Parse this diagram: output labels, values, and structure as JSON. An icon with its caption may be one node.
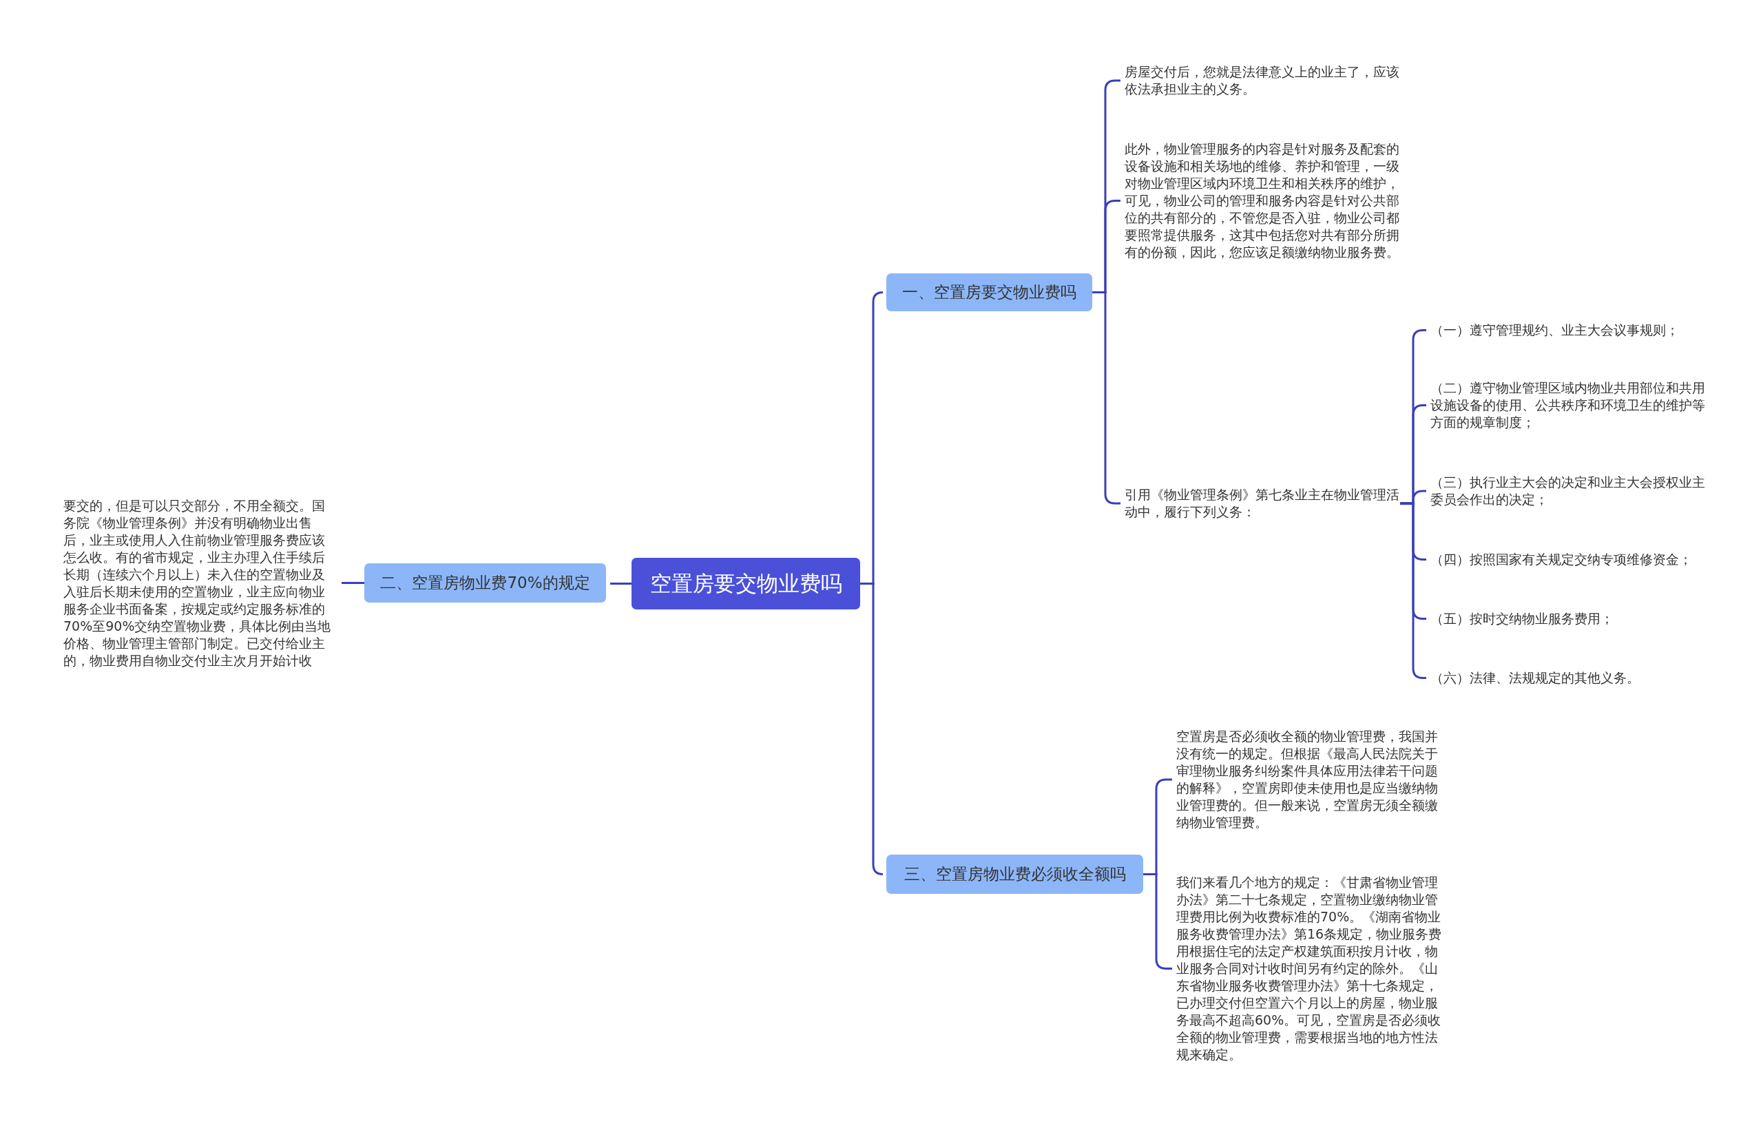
{
  "diagram": {
    "nodes": [
      {
        "text": [
          "空置房要交物业费吗"
        ]
      },
      {
        "text": [
          "一、空置房要交物业费吗"
        ]
      },
      {
        "text": [
          "房屋交付后，您就是法律意义上的业主了，应该依法承担业主的义务。"
        ]
      },
      {
        "text": [
          "此外，物业管理服务的内容是针对服务及配套的设备设施和相关场地的维修、养护和管理，一级对物业管理区域内环境卫生和相关秩序的维护，可见，物业公司的管理和服务内容是针对公共部位的共有部分的，不管您是否入驻，物业公司都要照常提供服务，这其中包括您对共有部分所拥有的份额，因此，您应该足额缴纳物业服务费。"
        ]
      },
      {
        "text": [
          "引用《物业管理条例》第七条业主在物业管理活动中，履行下列义务："
        ]
      },
      {
        "text": [
          "（一）遵守管理规约、业主大会议事规则；"
        ]
      },
      {
        "text": [
          "（二）遵守物业管理区域内物业共用部位和共用设施设备的使用、公共秩序和环境卫生的维护等方面的规章制度；"
        ]
      },
      {
        "text": [
          "（三）执行业主大会的决定和业主大会授权业主委员会作出的决定；"
        ]
      },
      {
        "text": [
          "（四）按照国家有关规定交纳专项维修资金；"
        ]
      },
      {
        "text": [
          "（五）按时交纳物业服务费用；"
        ]
      },
      {
        "text": [
          "（六）法律、法规规定的其他义务。"
        ]
      },
      {
        "text": [
          "二、空置房物业费70%的规定"
        ]
      },
      {
        "text": [
          "要交的，但是可以只交部分，不用全额交。国务院《物业管理条例》并没有明确物业出售后，业主或使用人入住前物业管理服务费应该怎么收。有的省市规定，业主办理入住手续后长期（连续六个月以上）未入住的空置物业及入驻后长期未使用的空置物业，业主应向物业服务企业书面备案，按规定或约定服务标准的70%至90%交纳空置物业费，具体比例由当地价格、物业管理主管部门制定。已交付给业主的，物业费用自物业交付业主次月开始计收"
        ]
      },
      {
        "text": [
          "三、空置房物业费必须收全额吗"
        ]
      },
      {
        "text": [
          "空置房是否必须收全额的物业管理费，我国并没有统一的规定。但根据《最高人民法院关于审理物业服务纠纷案件具体应用法律若干问题的解释》，空置房即使未使用也是应当缴纳物业管理费的。但一般来说，空置房无须全额缴纳物业管理费。"
        ]
      },
      {
        "text": [
          "我们来看几个地方的规定：《甘肃省物业管理办法》第二十七条规定，空置物业缴纳物业管理费用比例为收费标准的70%。《湖南省物业服务收费管理办法》第16条规定，物业服务费用根据住宅的法定产权建筑面积按月计收，物业服务合同对计收时间另有约定的除外。《山东省物业服务收费管理办法》第十七条规定，已办理交付但空置六个月以上的房屋，物业服务最高不超高60%。可见，空置房是否必须收全额的物业管理费，需要根据当地的地方性法规来确定。"
        ]
      }
    ],
    "edges": [
      {
        "from": 0,
        "to": 1,
        "arrow": "none"
      },
      {
        "from": 1,
        "to": 2,
        "arrow": "none"
      },
      {
        "from": 1,
        "to": 3,
        "arrow": "none"
      },
      {
        "from": 1,
        "to": 4,
        "arrow": "none"
      },
      {
        "from": 4,
        "to": 5,
        "arrow": "none"
      },
      {
        "from": 4,
        "to": 6,
        "arrow": "none"
      },
      {
        "from": 4,
        "to": 7,
        "arrow": "none"
      },
      {
        "from": 4,
        "to": 8,
        "arrow": "none"
      },
      {
        "from": 4,
        "to": 9,
        "arrow": "none"
      },
      {
        "from": 4,
        "to": 10,
        "arrow": "none"
      },
      {
        "from": 0,
        "to": 11,
        "arrow": "none"
      },
      {
        "from": 11,
        "to": 12,
        "arrow": "none"
      },
      {
        "from": 0,
        "to": 13,
        "arrow": "none"
      },
      {
        "from": 13,
        "to": 14,
        "arrow": "none"
      },
      {
        "from": 13,
        "to": 15,
        "arrow": "none"
      }
    ]
  }
}
